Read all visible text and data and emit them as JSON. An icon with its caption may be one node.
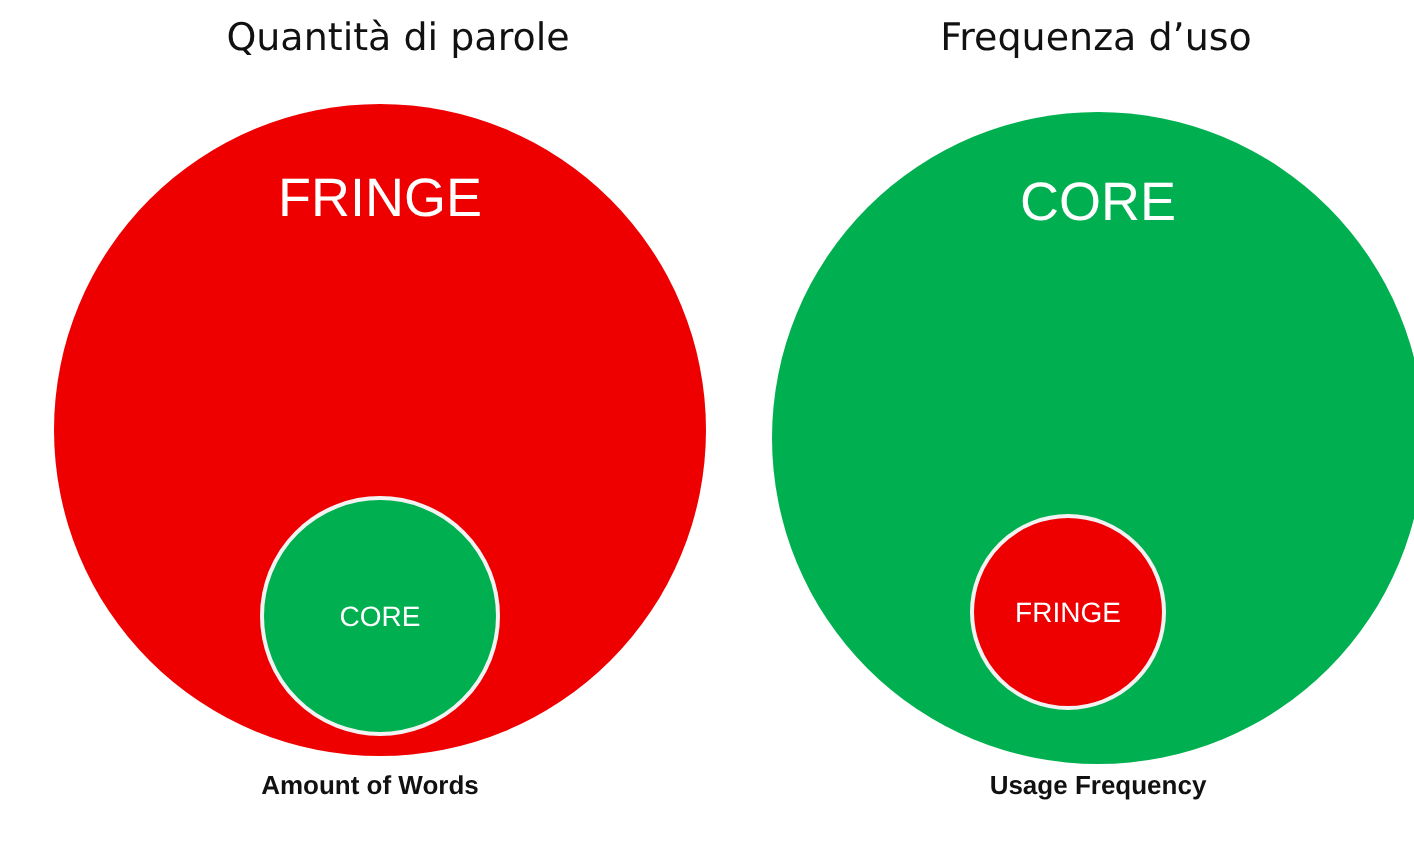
{
  "diagram": {
    "nodes": [
      {
        "text": [
          "FRINGE"
        ],
        "beside": [
          "Quantità di parole",
          "Amount of Words"
        ]
      },
      {
        "text": [
          "CORE"
        ],
        "in": 0
      },
      {
        "text": [
          "CORE"
        ],
        "beside": [
          "Frequenza d’uso",
          "Usage Frequency"
        ]
      },
      {
        "text": [
          "FRINGE"
        ],
        "in": 2
      }
    ]
  }
}
